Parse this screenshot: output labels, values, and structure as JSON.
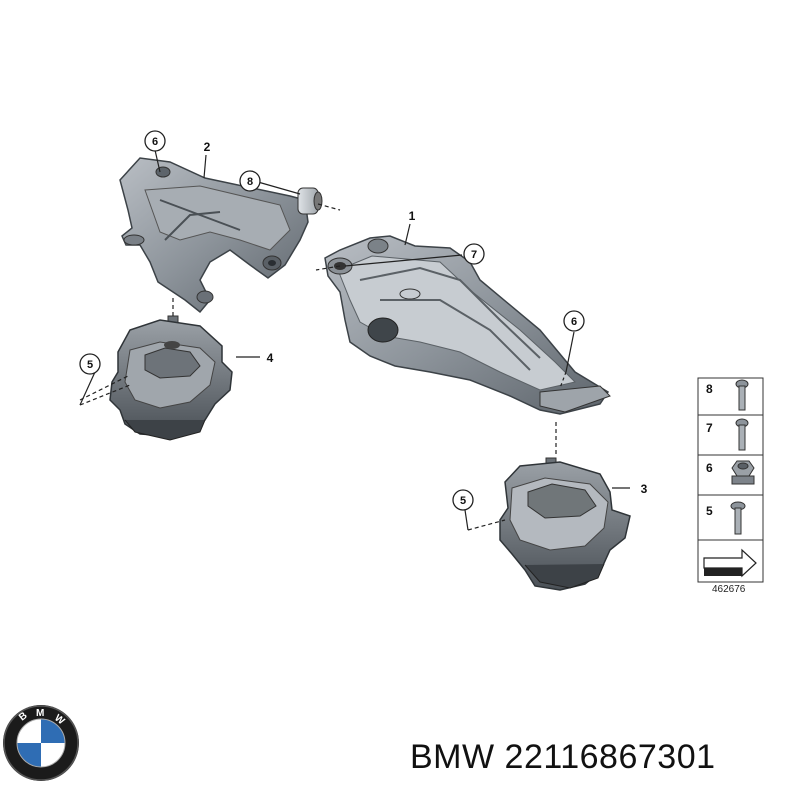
{
  "diagram": {
    "callouts": {
      "p1": "1",
      "p2": "2",
      "p3": "3",
      "p4": "4",
      "p5a": "5",
      "p5b": "5",
      "p6a": "6",
      "p6b": "6",
      "p7": "7",
      "p8": "8"
    },
    "legend": [
      "8",
      "7",
      "6",
      "5"
    ],
    "diagram_id": "462676"
  },
  "footer": {
    "brand_logo": "BMW",
    "caption": "BMW 22116867301"
  }
}
